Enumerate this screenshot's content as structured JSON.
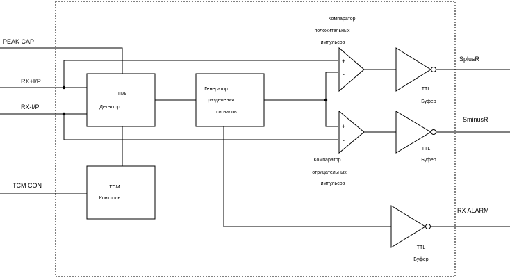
{
  "inputs": {
    "peak_cap": "PEAK CAP",
    "rx_plus": "RX+I/P",
    "rx_minus": "RX-I/P",
    "tcm_con": "TCM CON"
  },
  "outputs": {
    "splus": "SplusR",
    "sminus": "SminusR",
    "rx_alarm": "RX ALARM"
  },
  "blocks": {
    "peak_detector": [
      "Пик",
      "Детектор"
    ],
    "pulse_generator": [
      "Генератор",
      "разделения",
      "сигналов"
    ],
    "tcm_control": [
      "TCM",
      "Контроль"
    ]
  },
  "comparators": {
    "positive_caption": [
      "Компаратор",
      "положительных",
      "импульсов"
    ],
    "negative_caption": [
      "Компаратор",
      "отрицательных",
      "импульсов"
    ],
    "plus": "+",
    "minus": "-"
  },
  "buffers": {
    "top": [
      "TTL",
      "Буфер"
    ],
    "middle": [
      "TTL",
      "Буфер"
    ],
    "bottom": [
      "TTL",
      "Буфер"
    ]
  }
}
